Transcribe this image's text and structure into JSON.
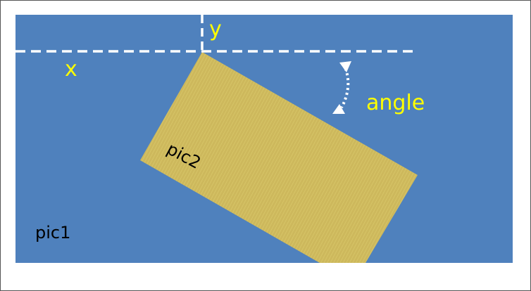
{
  "labels": {
    "x": "x",
    "y": "y",
    "angle": "angle",
    "pic1": "pic1",
    "pic2": "pic2"
  },
  "colors": {
    "background": "#4f81bd",
    "rectangle": "#cdb85c",
    "rectangle_stripe": "#d9c86a",
    "axis_text": "#ffff00",
    "pic_text": "#000000",
    "dashes": "#ffffff"
  },
  "icons": {
    "angle_arrow": "curved-dotted-double-arrow-icon"
  }
}
